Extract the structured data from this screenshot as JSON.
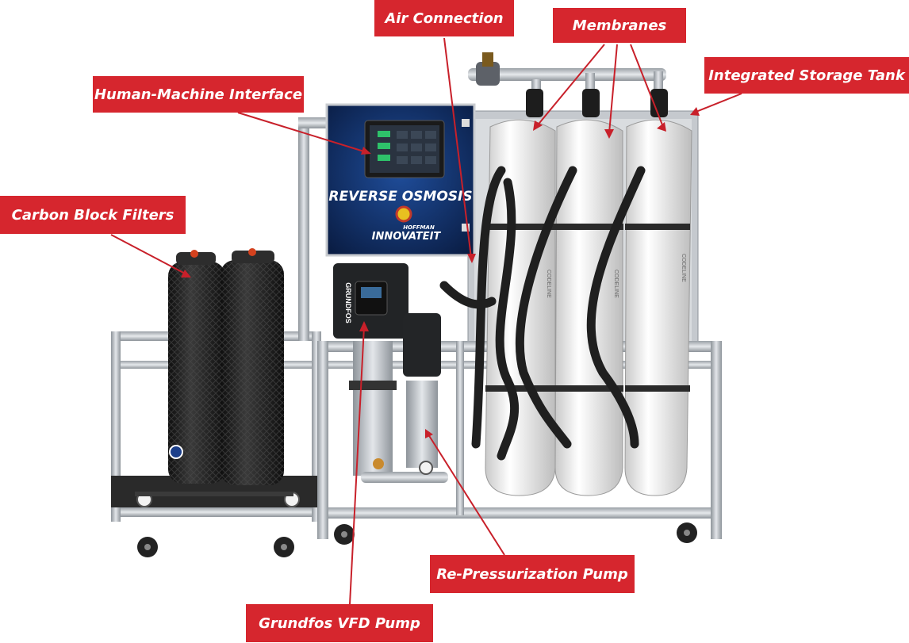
{
  "callouts": {
    "air_connection": "Air Connection",
    "membranes": "Membranes",
    "integrated_storage_tank": "Integrated Storage Tank",
    "hmi": "Human-Machine Interface",
    "carbon_block_filters": "Carbon Block Filters",
    "re_pressurization_pump": "Re-Pressurization Pump",
    "grundfos_vfd_pump": "Grundfos VFD Pump"
  },
  "panel": {
    "title": "REVERSE OSMOSIS",
    "brand_top": "HOFFMAN",
    "brand_bottom": "INNOVATEIT"
  },
  "pump": {
    "brand": "GRUNDFOS"
  },
  "membrane_brand": "CODELINE",
  "colors": {
    "callout_red": "#d6262e",
    "leader_red": "#c8202a",
    "steel": "#b9bec4",
    "panel_blue": "#0f2a5e",
    "membrane_white": "#f1f1f1",
    "filter_black": "#1b1b1b"
  }
}
